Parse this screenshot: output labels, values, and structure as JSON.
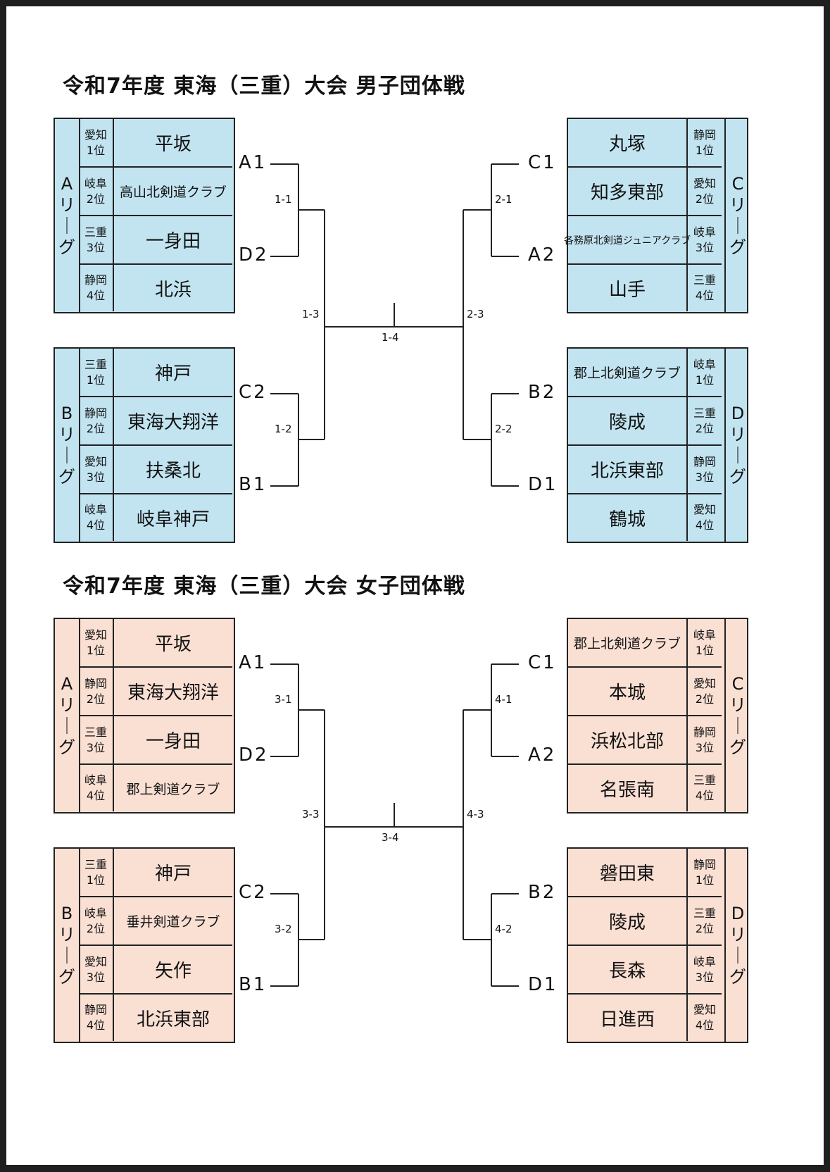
{
  "colors": {
    "men_fill": "#c2e4f1",
    "women_fill": "#fadfd3",
    "border": "#222222"
  },
  "sections": [
    {
      "title": "令和7年度 東海（三重）大会 男子団体戦",
      "leagues": {
        "A": {
          "label": "Aリーグ",
          "rows": [
            {
              "pref": "愛知",
              "rank": "1位",
              "team": "平坂"
            },
            {
              "pref": "岐阜",
              "rank": "2位",
              "team": "高山北剣道クラブ"
            },
            {
              "pref": "三重",
              "rank": "3位",
              "team": "一身田"
            },
            {
              "pref": "静岡",
              "rank": "4位",
              "team": "北浜"
            }
          ]
        },
        "B": {
          "label": "Bリーグ",
          "rows": [
            {
              "pref": "三重",
              "rank": "1位",
              "team": "神戸"
            },
            {
              "pref": "静岡",
              "rank": "2位",
              "team": "東海大翔洋"
            },
            {
              "pref": "愛知",
              "rank": "3位",
              "team": "扶桑北"
            },
            {
              "pref": "岐阜",
              "rank": "4位",
              "team": "岐阜神戸"
            }
          ]
        },
        "C": {
          "label": "Cリーグ",
          "rows": [
            {
              "pref": "静岡",
              "rank": "1位",
              "team": "丸塚"
            },
            {
              "pref": "愛知",
              "rank": "2位",
              "team": "知多東部"
            },
            {
              "pref": "岐阜",
              "rank": "3位",
              "team": "各務原北剣道ジュニアクラブ"
            },
            {
              "pref": "三重",
              "rank": "4位",
              "team": "山手"
            }
          ]
        },
        "D": {
          "label": "Dリーグ",
          "rows": [
            {
              "pref": "岐阜",
              "rank": "1位",
              "team": "郡上北剣道クラブ"
            },
            {
              "pref": "三重",
              "rank": "2位",
              "team": "陵成"
            },
            {
              "pref": "静岡",
              "rank": "3位",
              "team": "北浜東部"
            },
            {
              "pref": "愛知",
              "rank": "4位",
              "team": "鶴城"
            }
          ]
        }
      },
      "slots": {
        "left1": "A1",
        "left2": "D2",
        "left3": "C2",
        "left4": "B1",
        "right1": "C1",
        "right2": "A2",
        "right3": "B2",
        "right4": "D1"
      },
      "matches": {
        "l_upper": "1-1",
        "l_lower": "1-2",
        "l_semi": "1-3",
        "final": "1-4",
        "r_upper": "2-1",
        "r_lower": "2-2",
        "r_semi": "2-3"
      }
    },
    {
      "title": "令和7年度 東海（三重）大会 女子団体戦",
      "leagues": {
        "A": {
          "label": "Aリーグ",
          "rows": [
            {
              "pref": "愛知",
              "rank": "1位",
              "team": "平坂"
            },
            {
              "pref": "静岡",
              "rank": "2位",
              "team": "東海大翔洋"
            },
            {
              "pref": "三重",
              "rank": "3位",
              "team": "一身田"
            },
            {
              "pref": "岐阜",
              "rank": "4位",
              "team": "郡上剣道クラブ"
            }
          ]
        },
        "B": {
          "label": "Bリーグ",
          "rows": [
            {
              "pref": "三重",
              "rank": "1位",
              "team": "神戸"
            },
            {
              "pref": "岐阜",
              "rank": "2位",
              "team": "垂井剣道クラブ"
            },
            {
              "pref": "愛知",
              "rank": "3位",
              "team": "矢作"
            },
            {
              "pref": "静岡",
              "rank": "4位",
              "team": "北浜東部"
            }
          ]
        },
        "C": {
          "label": "Cリーグ",
          "rows": [
            {
              "pref": "岐阜",
              "rank": "1位",
              "team": "郡上北剣道クラブ"
            },
            {
              "pref": "愛知",
              "rank": "2位",
              "team": "本城"
            },
            {
              "pref": "静岡",
              "rank": "3位",
              "team": "浜松北部"
            },
            {
              "pref": "三重",
              "rank": "4位",
              "team": "名張南"
            }
          ]
        },
        "D": {
          "label": "Dリーグ",
          "rows": [
            {
              "pref": "静岡",
              "rank": "1位",
              "team": "磐田東"
            },
            {
              "pref": "三重",
              "rank": "2位",
              "team": "陵成"
            },
            {
              "pref": "岐阜",
              "rank": "3位",
              "team": "長森"
            },
            {
              "pref": "愛知",
              "rank": "4位",
              "team": "日進西"
            }
          ]
        }
      },
      "slots": {
        "left1": "A1",
        "left2": "D2",
        "left3": "C2",
        "left4": "B1",
        "right1": "C1",
        "right2": "A2",
        "right3": "B2",
        "right4": "D1"
      },
      "matches": {
        "l_upper": "3-1",
        "l_lower": "3-2",
        "l_semi": "3-3",
        "final": "3-4",
        "r_upper": "4-1",
        "r_lower": "4-2",
        "r_semi": "4-3"
      }
    }
  ]
}
